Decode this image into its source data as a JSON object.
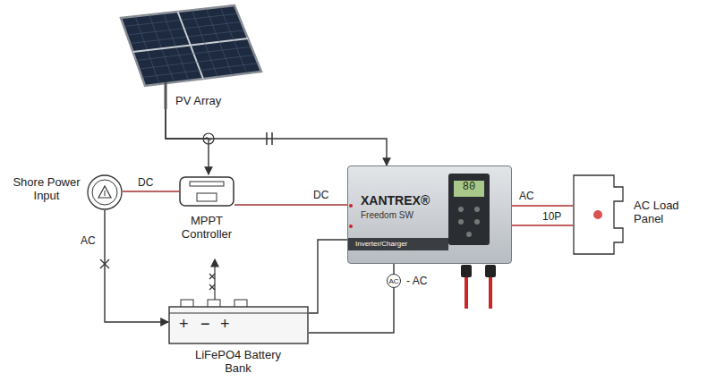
{
  "diagram": {
    "nodes": [
      {
        "text": [
          "PV Array"
        ]
      },
      {
        "text": [
          "Shore Power Input"
        ]
      },
      {
        "text": [
          "MPPT Controller"
        ]
      },
      {
        "text": [
          "XANTREX®",
          "Freedom SW",
          "80",
          "Inverter/Charger"
        ]
      },
      {
        "text": [
          "AC Load Panel"
        ]
      },
      {
        "text": [
          "+",
          "−",
          "+",
          "LiFePO4 Battery Bank"
        ]
      }
    ],
    "edges": [
      {
        "from": 0,
        "to": 2,
        "arrow": "to"
      },
      {
        "from": 0,
        "to": 3,
        "arrow": "to"
      },
      {
        "from": 1,
        "to": 2,
        "label": "DC",
        "arrow": "none"
      },
      {
        "from": 2,
        "to": 3,
        "label": "DC",
        "arrow": "none"
      },
      {
        "from": 3,
        "to": 4,
        "label": "AC",
        "arrow": "none"
      },
      {
        "from": 3,
        "to": 4,
        "label": "10P",
        "arrow": "none"
      },
      {
        "from": 1,
        "to": 5,
        "label": "AC",
        "arrow": "to"
      },
      {
        "from": 5,
        "to": 3,
        "arrow": "none"
      },
      {
        "from": 3,
        "to": 5,
        "label": "- AC",
        "arrow": "none"
      }
    ],
    "labels": [
      "AC"
    ]
  }
}
